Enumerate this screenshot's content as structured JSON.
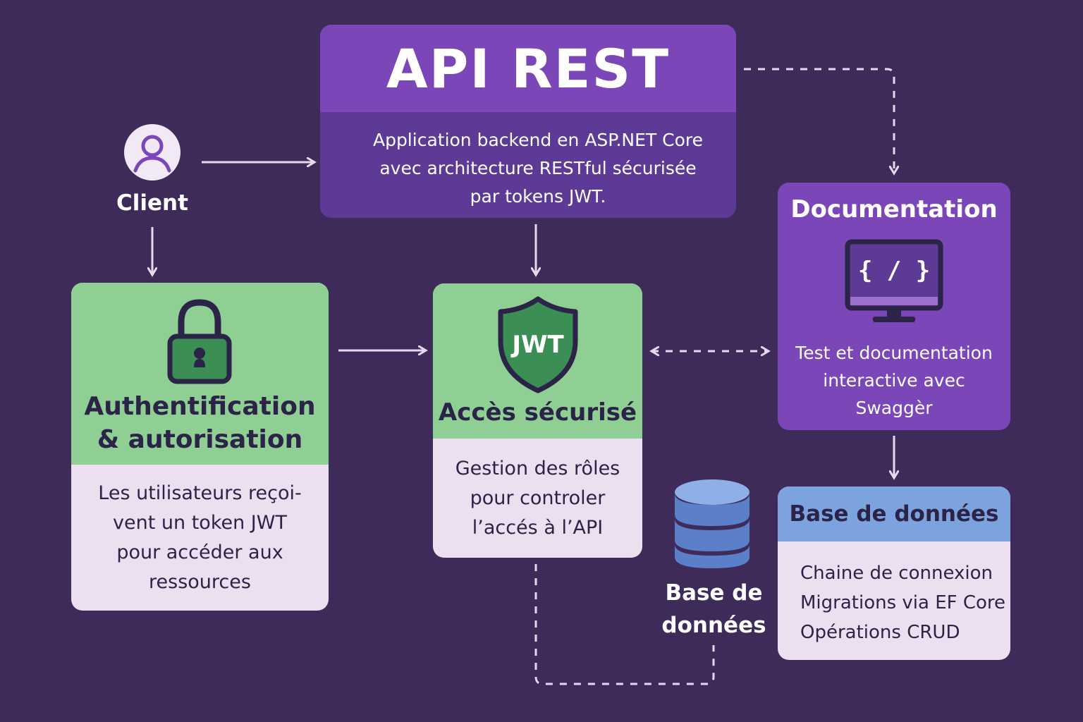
{
  "api": {
    "title": "API REST",
    "description": [
      "Application backend en ASP.NET Core",
      "avec architecture RESTful sécurisée",
      "par tokens JWT."
    ]
  },
  "client": {
    "label": "Client",
    "icon": "user-icon"
  },
  "auth": {
    "title": [
      "Authentification",
      "& autorisation"
    ],
    "body": [
      "Les utilisateurs reçoi-",
      "vent un token JWT",
      "pour accéder aux",
      "ressources"
    ],
    "icon": "padlock-icon"
  },
  "secure": {
    "title": "Accès sécurisé",
    "badge": "JWT",
    "body": [
      "Gestion des rôles",
      "pour controler",
      "l’accés à l’API"
    ],
    "icon": "shield-icon"
  },
  "docs": {
    "title": "Documentation",
    "body": [
      "Test et documentation",
      "interactive avec",
      "Swaggèr"
    ],
    "icon": "monitor-code-icon",
    "code_glyph": "{ / }"
  },
  "database_card": {
    "title": "Base de données",
    "body": [
      "Chaine de connexion",
      "Migrations via EF Core",
      "Opérations CRUD"
    ]
  },
  "database_icon": {
    "label": [
      "Base de",
      "données"
    ],
    "icon": "database-icon"
  },
  "colors": {
    "background": "#3e2b5a",
    "purple_dark": "#5d3a95",
    "purple": "#7a46b8",
    "green": "#8fcf94",
    "green_dark": "#3b8f55",
    "card_light": "#ece0f0",
    "blue": "#7da3df",
    "text_dark": "#2b2348",
    "arrow": "#e6d9ef"
  }
}
